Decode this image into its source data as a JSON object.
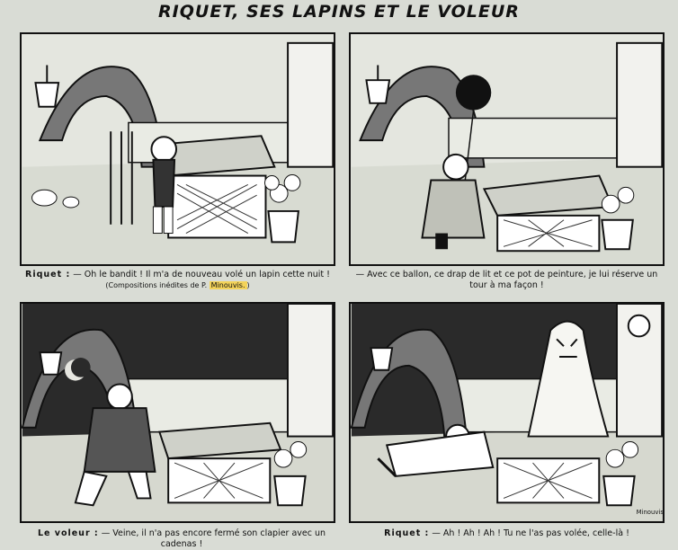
{
  "title": "RIQUET, SES LAPINS ET LE VOLEUR",
  "panels": [
    {
      "speaker": "Riquet :",
      "text": "— Oh le bandit ! Il m'a de nouveau volé un lapin cette nuit !",
      "credit_prefix": "(Compositions inédites de P.",
      "credit_name": "Minouvis.",
      "credit_suffix": ")"
    },
    {
      "speaker": "",
      "text": "— Avec ce ballon, ce drap de lit et ce pot de peinture, je lui réserve un tour à ma façon !"
    },
    {
      "speaker": "Le voleur :",
      "text": "— Veine, il n'a pas encore fermé son clapier avec un cadenas !"
    },
    {
      "speaker": "Riquet :",
      "text": "— Ah ! Ah ! Ah ! Tu ne l'as pas volée, celle-là !"
    }
  ],
  "signature": "Minouvis"
}
